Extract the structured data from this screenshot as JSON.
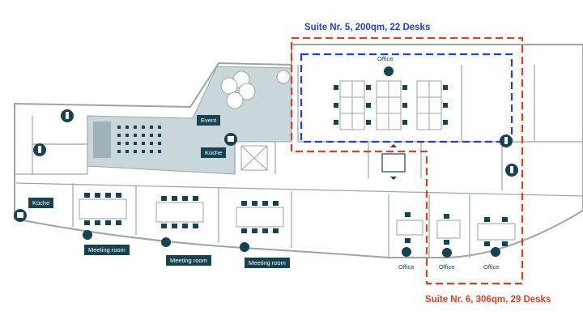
{
  "suites": {
    "suite5": "Suite Nr. 5, 200qm, 22 Desks",
    "suite6": "Suite Nr. 6, 306qm, 29 Desks"
  },
  "rooms": {
    "office_top": "Office",
    "event": "Event",
    "kitchen_center": "Küche",
    "kitchen_left": "Küche",
    "meeting_1": "Meeting room",
    "meeting_2": "Meeting room",
    "meeting_3": "Meeting room",
    "office_1": "Office",
    "office_2": "Office",
    "office_3": "Office"
  },
  "colors": {
    "suite5": "#1f3fd0",
    "suite6": "#e0401f",
    "event_fill": "#c9d7db",
    "marker": "#16434f"
  },
  "icons": [
    "toilet-icon",
    "toilet-icon",
    "wc-icon",
    "wc-icon",
    "kitchen-icon",
    "stairs-icon",
    "elevator-icon"
  ]
}
